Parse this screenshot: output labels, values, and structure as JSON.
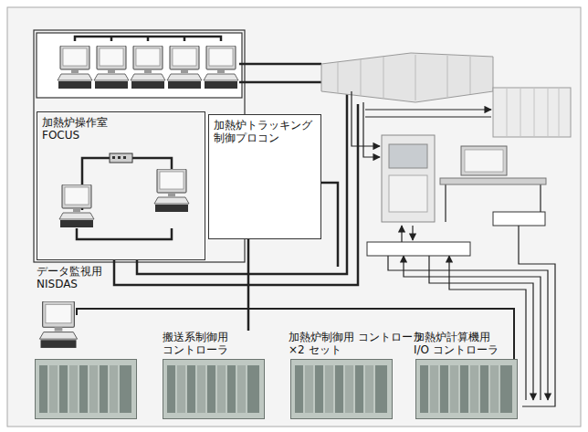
{
  "diagram": {
    "nodes": [
      {
        "text": [
          "加熱炉操作室 FOCUS"
        ]
      },
      {
        "text": [
          "加熱炉トラッキング 制御プロコン"
        ]
      },
      {
        "text": [
          "搬送系制御用 コントローラ"
        ]
      },
      {
        "text": [
          "加熱炉制御用 コントローラ ×2 セット"
        ]
      },
      {
        "text": [
          "加熱炉計算機用 I/O コントローラ"
        ]
      }
    ],
    "edges": [
      {
        "from": 1,
        "to": 2,
        "arrow": "none"
      }
    ],
    "labels": [
      "データ監視用 NISDAS"
    ]
  }
}
